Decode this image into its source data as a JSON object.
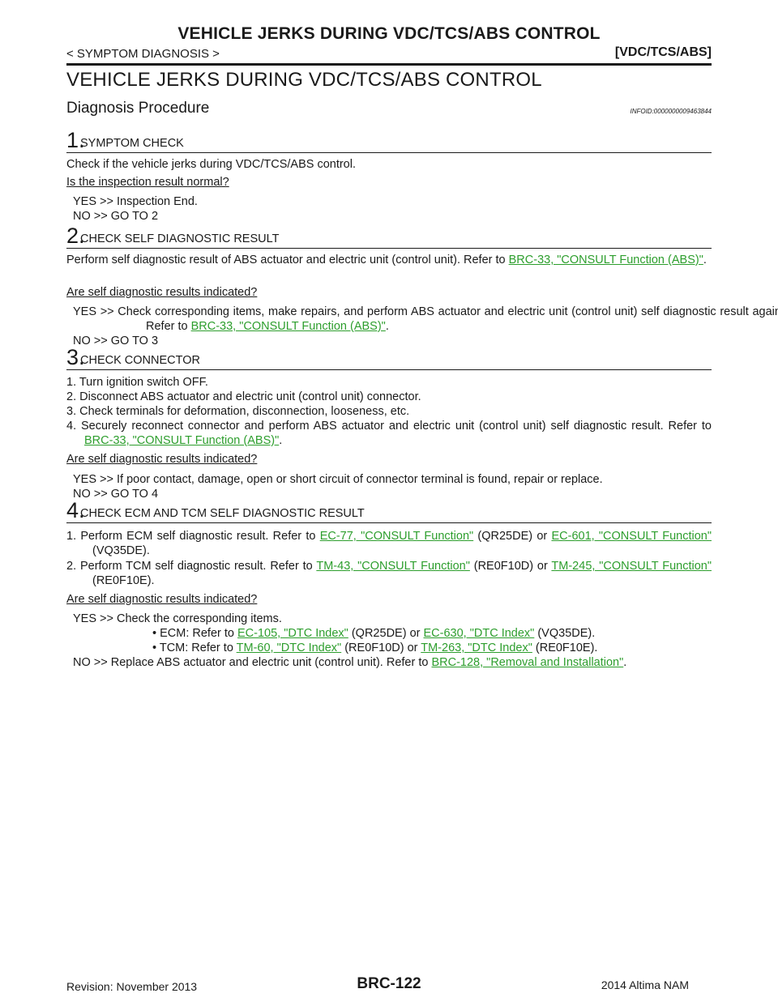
{
  "header": {
    "title": "VEHICLE JERKS DURING VDC/TCS/ABS CONTROL",
    "left": "< SYMPTOM DIAGNOSIS >",
    "right": "[VDC/TCS/ABS]"
  },
  "main_title": "VEHICLE JERKS DURING VDC/TCS/ABS CONTROL",
  "sub_title": "Diagnosis Procedure",
  "info_id": "INFOID:0000000009463844",
  "step1": {
    "num": "1.",
    "label": "SYMPTOM CHECK",
    "body": "Check if the vehicle jerks during VDC/TCS/ABS control.",
    "question": "Is the inspection result normal?",
    "yes": "YES >> Inspection End.",
    "no": "NO >> GO TO 2"
  },
  "step2": {
    "num": "2.",
    "label": "CHECK SELF DIAGNOSTIC RESULT",
    "body_pre": "Perform self diagnostic result of ABS actuator and electric unit (control unit). Refer to ",
    "body_link": "BRC-33, \"CONSULT Function (ABS)\"",
    "body_post": ".",
    "question": "Are self diagnostic results indicated?",
    "yes_pre": "YES >> Check corresponding items, make repairs, and perform ABS actuator and electric unit (control unit) self diagnostic result again. Refer to ",
    "yes_link": "BRC-33, \"CONSULT Function (ABS)\"",
    "yes_post": ".",
    "no": "NO >> GO TO 3"
  },
  "step3": {
    "num": "3.",
    "label": "CHECK CONNECTOR",
    "items": [
      "1. Turn ignition switch OFF.",
      "2. Disconnect ABS actuator and electric unit (control unit) connector.",
      "3. Check terminals for deformation, disconnection, looseness, etc."
    ],
    "item4_pre": "4. Securely reconnect connector and perform ABS actuator and electric unit (control unit) self diagnostic result. Refer to ",
    "item4_link": "BRC-33, \"CONSULT Function (ABS)\"",
    "item4_post": ".",
    "question": "Are self diagnostic results indicated?",
    "yes": "YES >> If poor contact, damage, open or short circuit of connector terminal is found, repair or replace.",
    "no": "NO >> GO TO 4"
  },
  "step4": {
    "num": "4.",
    "label": "CHECK ECM AND TCM SELF DIAGNOSTIC RESULT",
    "item1_pre": "1. Perform ECM self diagnostic result. Refer to ",
    "item1_link1": "EC-77, \"CONSULT Function\"",
    "item1_mid": " (QR25DE) or ",
    "item1_link2": "EC-601, \"CONSULT Function\"",
    "item1_post": " (VQ35DE).",
    "item2_pre": "2. Perform TCM self diagnostic result. Refer to ",
    "item2_link1": "TM-43, \"CONSULT Function\"",
    "item2_mid": " (RE0F10D) or ",
    "item2_link2": "TM-245, \"CONSULT Function\"",
    "item2_post": " (RE0F10E).",
    "question": "Are self diagnostic results indicated?",
    "yes": "YES >> Check the corresponding items.",
    "ecm_pre": "• ECM: Refer to ",
    "ecm_link1": "EC-105, \"DTC Index\"",
    "ecm_mid": " (QR25DE) or ",
    "ecm_link2": "EC-630, \"DTC Index\"",
    "ecm_post": " (VQ35DE).",
    "tcm_pre": "• TCM: Refer to ",
    "tcm_link1": "TM-60, \"DTC Index\"",
    "tcm_mid": " (RE0F10D) or ",
    "tcm_link2": "TM-263, \"DTC Index\"",
    "tcm_post": " (RE0F10E).",
    "no_pre": "NO >> Replace ABS actuator and electric unit (control unit). Refer to ",
    "no_link": "BRC-128, \"Removal and Installation\"",
    "no_post": "."
  },
  "footer": {
    "left": "Revision: November 2013",
    "center": "BRC-122",
    "right": "2014 Altima NAM"
  }
}
